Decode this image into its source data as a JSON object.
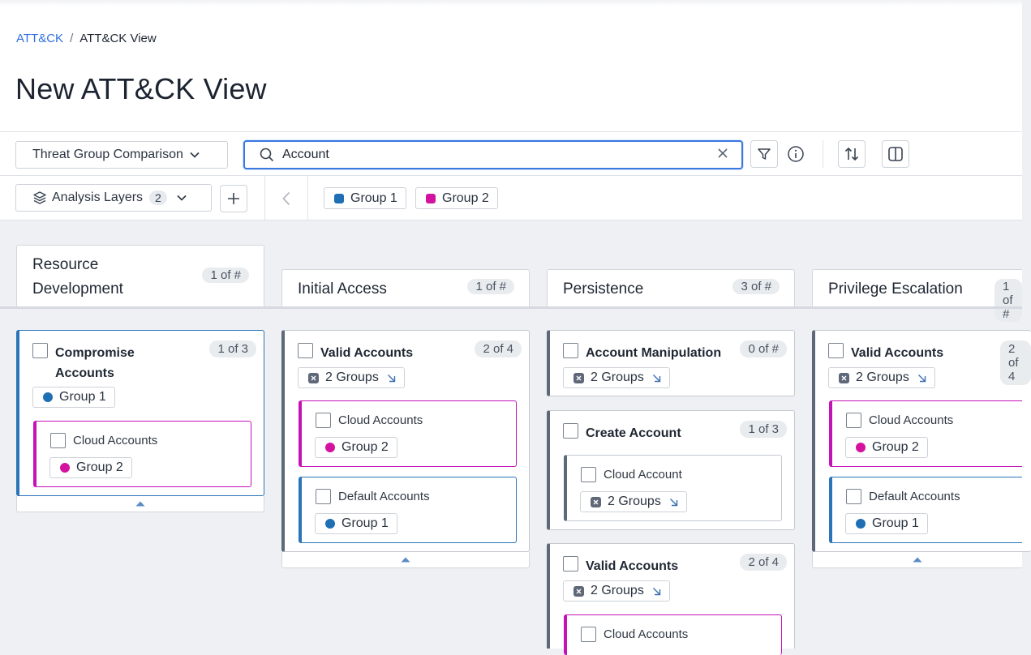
{
  "breadcrumb": {
    "root": "ATT&CK",
    "separator": "/",
    "current": "ATT&CK View"
  },
  "page": {
    "title": "New ATT&CK View"
  },
  "toolbar": {
    "view_select": "Threat Group Comparison",
    "search_value": "Account",
    "icons": [
      "search-icon",
      "clear-icon",
      "filter-icon",
      "info-icon",
      "sort-icon",
      "panel-icon"
    ]
  },
  "layers": {
    "label": "Analysis Layers",
    "count": "2"
  },
  "legend": [
    {
      "label": "Group 1",
      "color": "#1f6fb4"
    },
    {
      "label": "Group 2",
      "color": "#d3139f"
    }
  ],
  "colors": {
    "accent": "#3b78e0",
    "group1": "#1f6fb4",
    "group2": "#d3139f",
    "neutral_border": "#5f6878"
  },
  "tactics": [
    {
      "name": "Resource Development",
      "count": "1 of #",
      "techniques": [
        {
          "name": "Compromise Accounts",
          "count": "1 of 3",
          "chip": "Group 1",
          "subs": [
            {
              "name": "Cloud Accounts",
              "chip": "Group 2"
            }
          ]
        }
      ]
    },
    {
      "name": "Initial Access",
      "count": "1 of #",
      "techniques": [
        {
          "name": "Valid Accounts",
          "count": "2 of 4",
          "chip": "2 Groups",
          "subs": [
            {
              "name": "Cloud Accounts",
              "chip": "Group 2"
            },
            {
              "name": "Default Accounts",
              "chip": "Group 1"
            }
          ]
        }
      ]
    },
    {
      "name": "Persistence",
      "count": "3 of #",
      "techniques": [
        {
          "name": "Account Manipulation",
          "count": "0 of #",
          "chip": "2 Groups",
          "subs": []
        },
        {
          "name": "Create Account",
          "count": "1 of 3",
          "chip": "",
          "subs": [
            {
              "name": "Cloud Account",
              "chip": "2 Groups"
            }
          ]
        },
        {
          "name": "Valid Accounts",
          "count": "2 of 4",
          "chip": "2 Groups",
          "subs": [
            {
              "name": "Cloud Accounts",
              "chip": ""
            }
          ]
        }
      ]
    },
    {
      "name": "Privilege Escalation",
      "count": "1 of #",
      "techniques": [
        {
          "name": "Valid Accounts",
          "count": "2 of 4",
          "chip": "2 Groups",
          "subs": [
            {
              "name": "Cloud Accounts",
              "chip": "Group 2"
            },
            {
              "name": "Default Accounts",
              "chip": "Group 1"
            }
          ]
        }
      ]
    }
  ]
}
